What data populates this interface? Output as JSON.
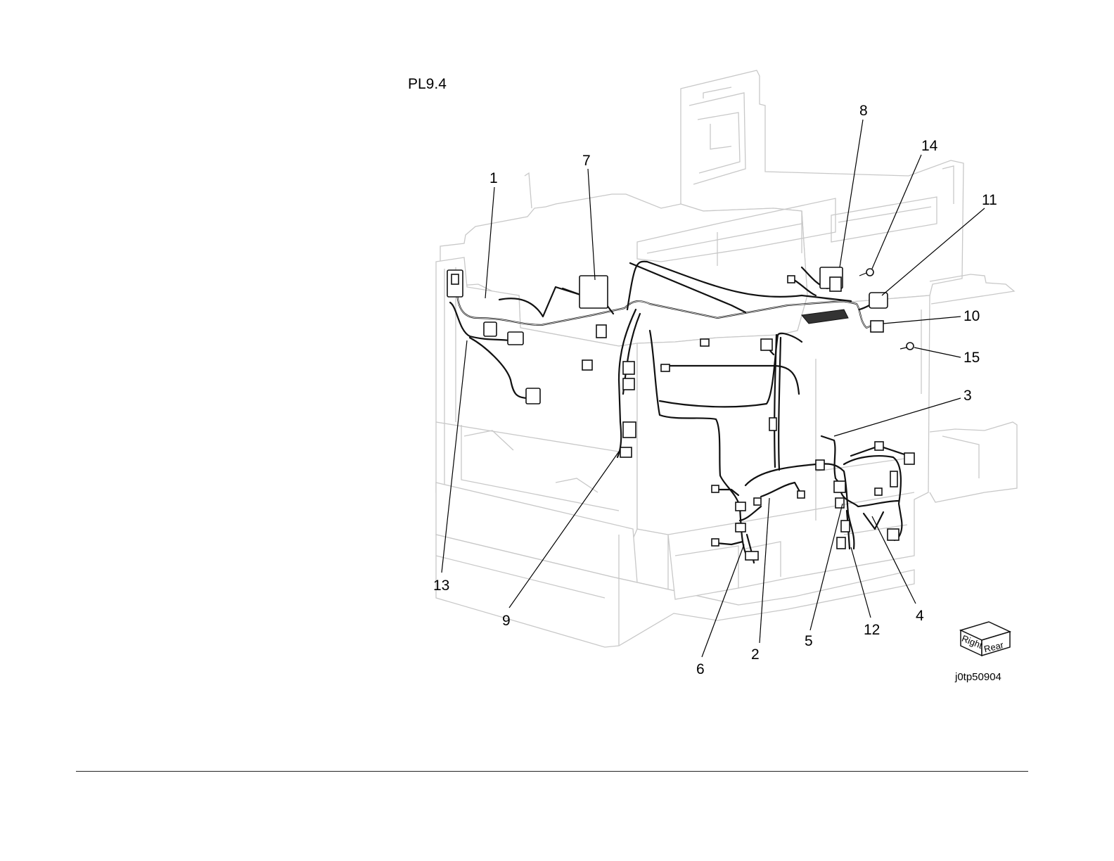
{
  "page": {
    "title": "PL9.4",
    "figure_id": "j0tp50904"
  },
  "orientation_cube": {
    "right_label": "Right",
    "rear_label": "Rear"
  },
  "callouts": [
    {
      "id": "c1",
      "label": "1"
    },
    {
      "id": "c2",
      "label": "2"
    },
    {
      "id": "c3",
      "label": "3"
    },
    {
      "id": "c4",
      "label": "4"
    },
    {
      "id": "c5",
      "label": "5"
    },
    {
      "id": "c6",
      "label": "6"
    },
    {
      "id": "c7",
      "label": "7"
    },
    {
      "id": "c8",
      "label": "8"
    },
    {
      "id": "c9",
      "label": "9"
    },
    {
      "id": "c10",
      "label": "10"
    },
    {
      "id": "c11",
      "label": "11"
    },
    {
      "id": "c12",
      "label": "12"
    },
    {
      "id": "c13",
      "label": "13"
    },
    {
      "id": "c14",
      "label": "14"
    },
    {
      "id": "c15",
      "label": "15"
    }
  ]
}
